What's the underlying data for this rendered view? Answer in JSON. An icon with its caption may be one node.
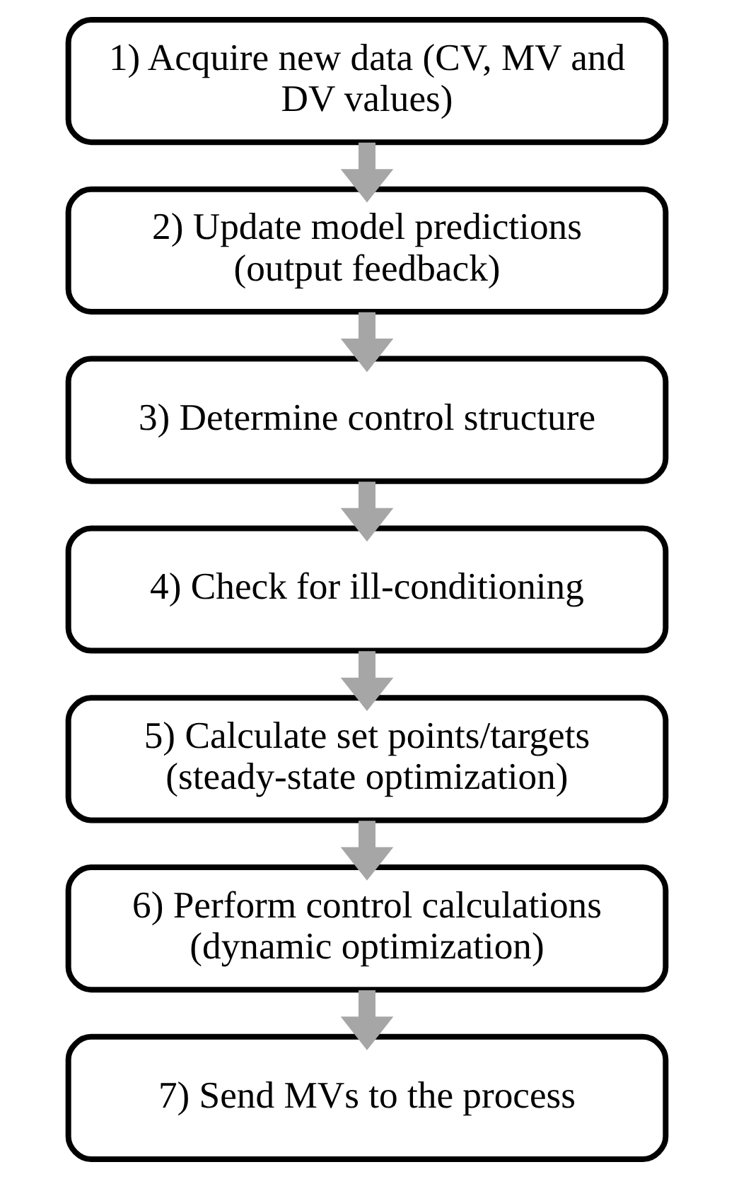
{
  "diagram": {
    "nodes": [
      {
        "text": [
          "1) Acquire new data (CV, MV and DV values)"
        ]
      },
      {
        "text": [
          "2) Update model predictions (output feedback)"
        ]
      },
      {
        "text": [
          "3) Determine control structure"
        ]
      },
      {
        "text": [
          "4) Check for ill-conditioning"
        ]
      },
      {
        "text": [
          "5) Calculate set points/targets (steady-state optimization)"
        ]
      },
      {
        "text": [
          "6) Perform control calculations (dynamic optimization)"
        ]
      },
      {
        "text": [
          "7) Send MVs to the process"
        ]
      }
    ],
    "edges": [
      {
        "from": 0,
        "to": 1,
        "arrow": "to"
      },
      {
        "from": 1,
        "to": 2,
        "arrow": "to"
      },
      {
        "from": 2,
        "to": 3,
        "arrow": "to"
      },
      {
        "from": 3,
        "to": 4,
        "arrow": "to"
      },
      {
        "from": 4,
        "to": 5,
        "arrow": "to"
      },
      {
        "from": 5,
        "to": 6,
        "arrow": "to"
      }
    ]
  }
}
